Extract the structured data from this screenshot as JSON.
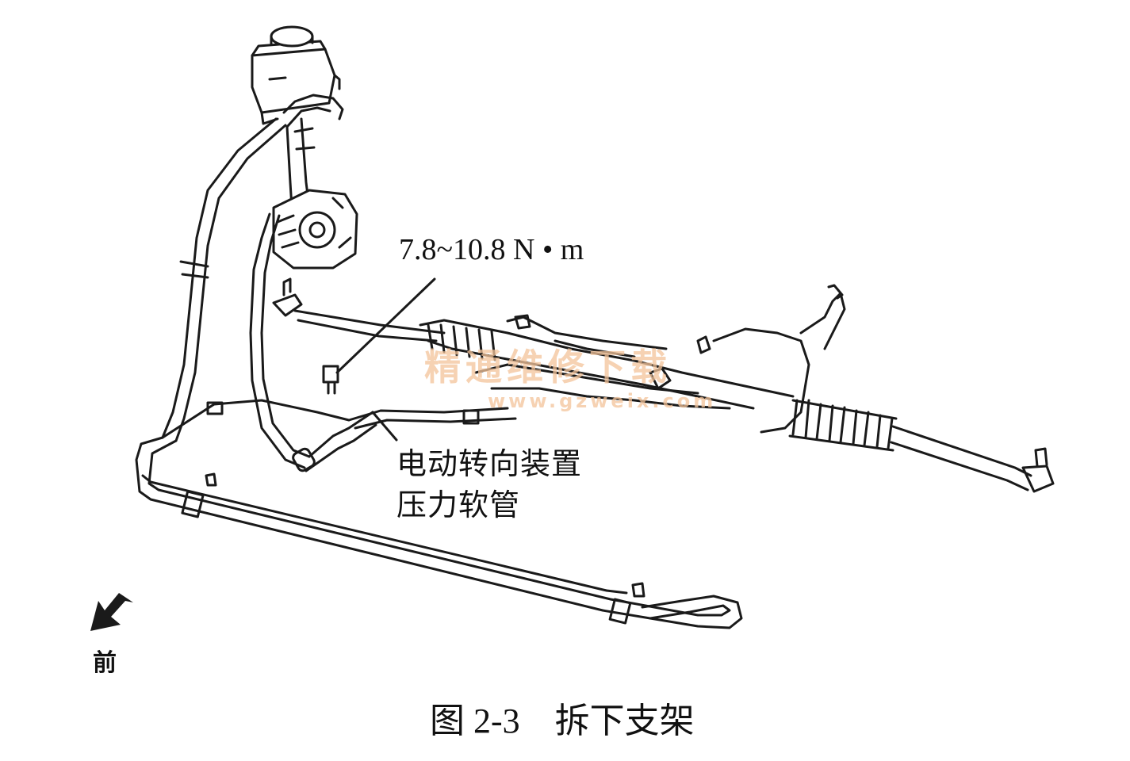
{
  "labels": {
    "torque_spec": "7.8~10.8 N • m",
    "callout_line1": "电动转向装置",
    "callout_line2": "压力软管",
    "front_direction": "前"
  },
  "caption": {
    "figure_number": "图 2-3",
    "title": "拆下支架"
  },
  "watermark": {
    "text": "精通维修下载",
    "url": "www.gzweix.com"
  },
  "icons": {
    "front_arrow": "arrow-down-left-icon",
    "reservoir": "fluid-reservoir-icon",
    "pump": "power-steering-pump-icon",
    "rack": "steering-rack-icon"
  },
  "colors": {
    "line": "#1a1a1a",
    "watermark": "#f4c49a"
  }
}
